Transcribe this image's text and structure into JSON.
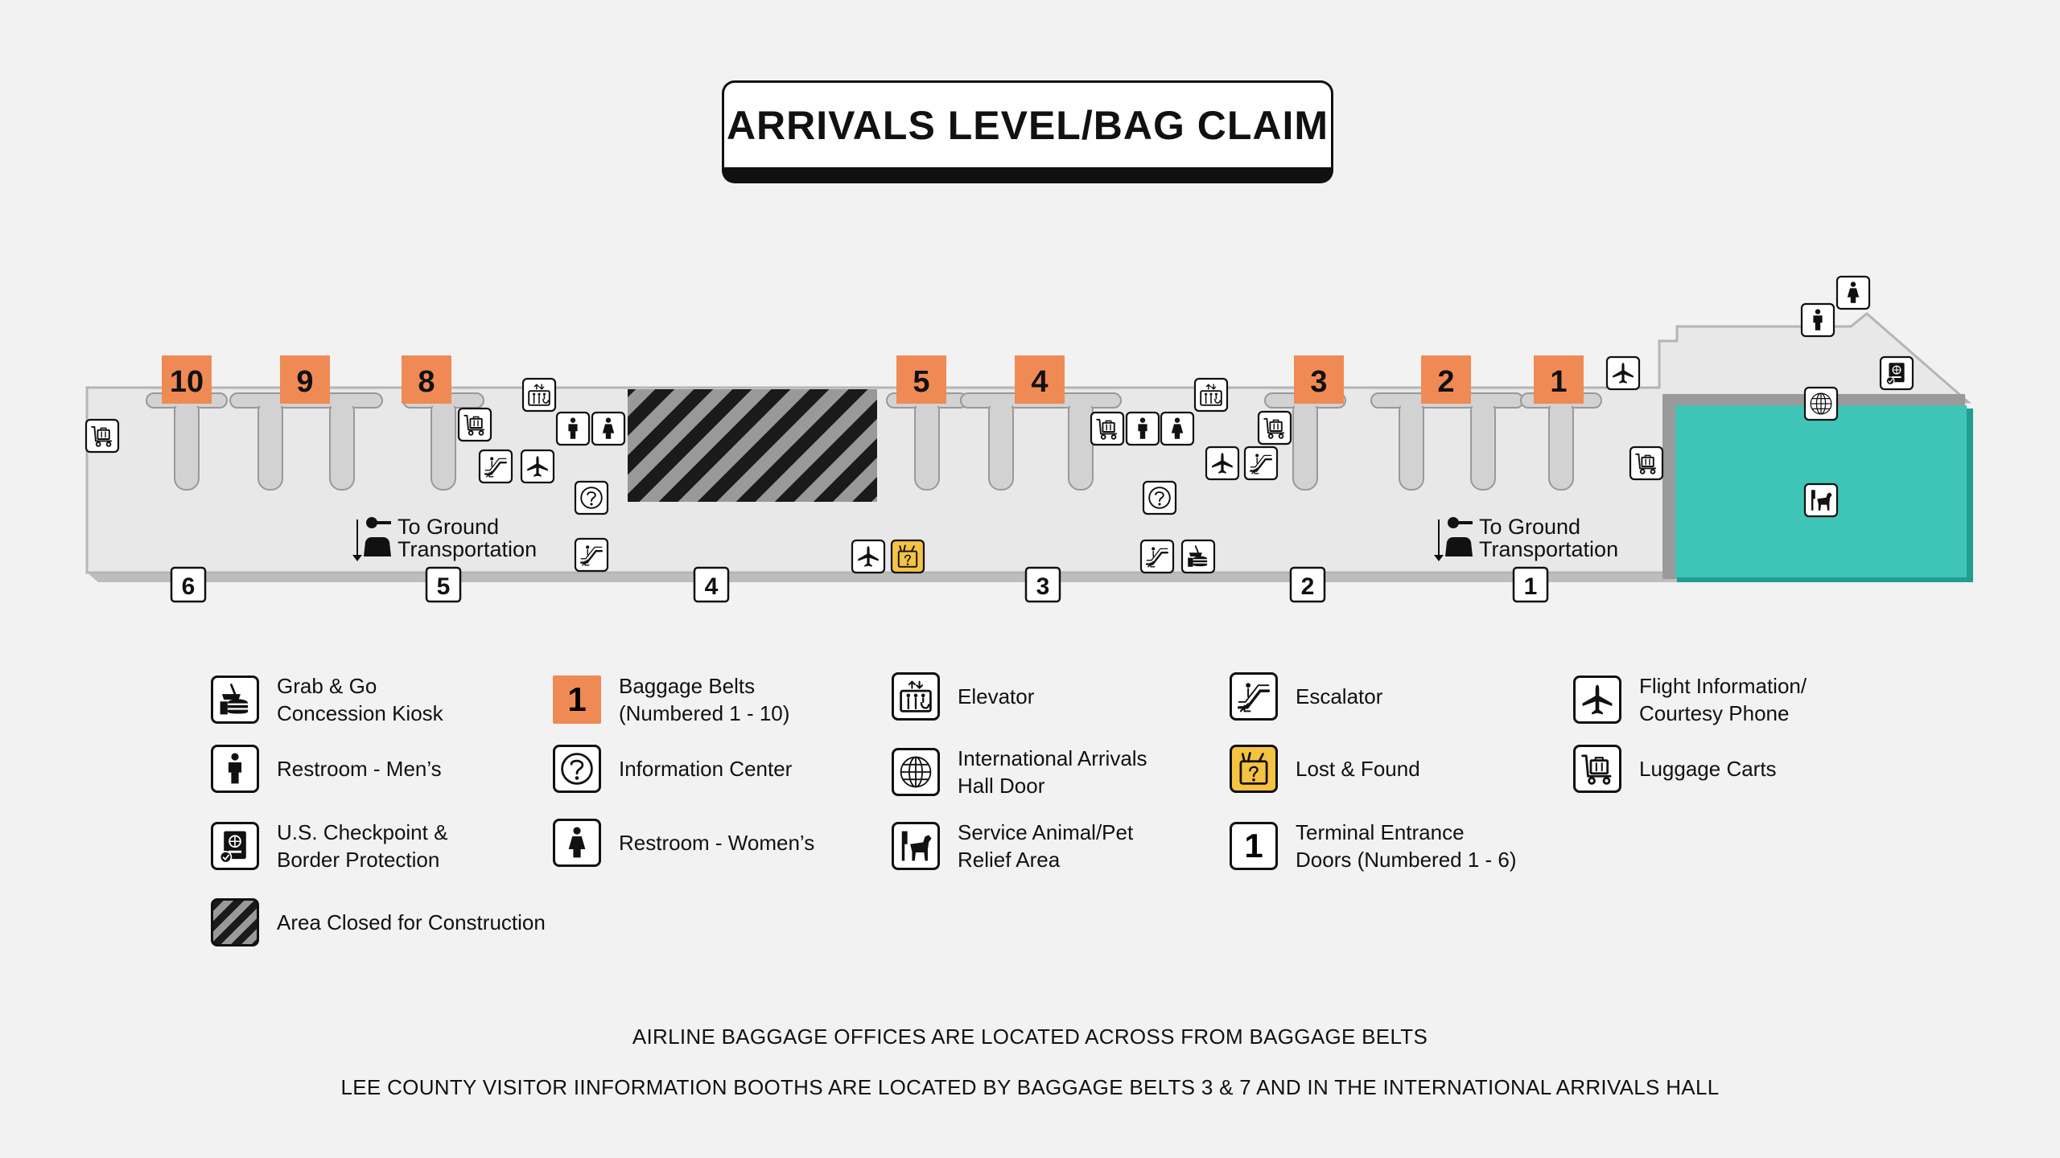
{
  "title": "ARRIVALS LEVEL/BAG CLAIM",
  "colors": {
    "belt_orange": "#f08a55",
    "intl_hall": "#3fc4b8",
    "intl_hall_edge": "#1f9e92",
    "floor": "#e8e8e8",
    "lost_found": "#f5c242"
  },
  "belts": [
    {
      "label": "10"
    },
    {
      "label": "9"
    },
    {
      "label": "8"
    },
    {
      "label": "5"
    },
    {
      "label": "4"
    },
    {
      "label": "3"
    },
    {
      "label": "2"
    },
    {
      "label": "1"
    }
  ],
  "doors": [
    {
      "label": "6"
    },
    {
      "label": "5"
    },
    {
      "label": "4"
    },
    {
      "label": "3"
    },
    {
      "label": "2"
    },
    {
      "label": "1"
    }
  ],
  "ground_transport": [
    {
      "line1": "To Ground",
      "line2": "Transportation"
    },
    {
      "line1": "To Ground",
      "line2": "Transportation"
    }
  ],
  "legend": [
    {
      "icon": "grab-go-icon",
      "text": "Grab & Go\nConcession Kiosk"
    },
    {
      "icon": "baggage-belt-icon",
      "sample": "1",
      "text": "Baggage Belts\n(Numbered 1 - 10)"
    },
    {
      "icon": "elevator-icon",
      "text": "Elevator"
    },
    {
      "icon": "escalator-icon",
      "text": "Escalator"
    },
    {
      "icon": "flight-info-icon",
      "text": "Flight Information/\nCourtesy Phone"
    },
    {
      "icon": "restroom-men-icon",
      "text": "Restroom - Men’s"
    },
    {
      "icon": "information-icon",
      "text": "Information Center"
    },
    {
      "icon": "globe-icon",
      "text": "International Arrivals\nHall Door"
    },
    {
      "icon": "lost-found-icon",
      "text": "Lost & Found"
    },
    {
      "icon": "luggage-cart-icon",
      "text": "Luggage Carts"
    },
    {
      "icon": "passport-icon",
      "text": "U.S. Checkpoint &\nBorder Protection"
    },
    {
      "icon": "restroom-women-icon",
      "text": "Restroom - Women’s"
    },
    {
      "icon": "service-animal-icon",
      "text": "Service Animal/Pet\nRelief Area"
    },
    {
      "icon": "terminal-door-icon",
      "sample": "1",
      "text": "Terminal Entrance\nDoors (Numbered 1 - 6)"
    },
    {
      "icon": "construction-icon",
      "text": "Area Closed for Construction"
    }
  ],
  "footer": {
    "line1": "AIRLINE BAGGAGE OFFICES ARE LOCATED ACROSS FROM BAGGAGE BELTS",
    "line2": "LEE COUNTY VISITOR IINFORMATION BOOTHS ARE LOCATED BY BAGGAGE BELTS 3 & 7 AND IN THE INTERNATIONAL ARRIVALS HALL"
  }
}
